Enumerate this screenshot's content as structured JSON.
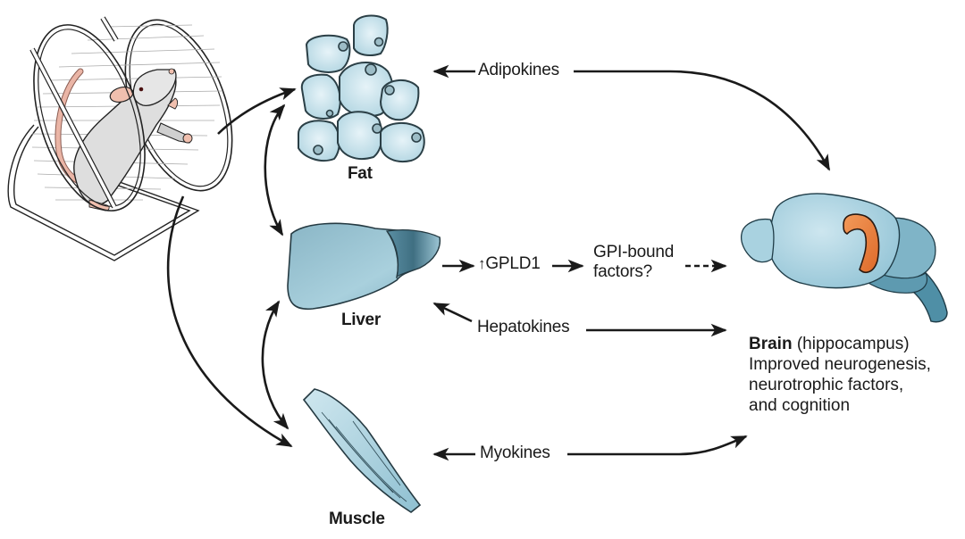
{
  "organs": {
    "fat": {
      "label": "Fat"
    },
    "liver": {
      "label": "Liver"
    },
    "muscle": {
      "label": "Muscle"
    },
    "brain": {
      "label": "Brain",
      "region": "(hippocampus)",
      "effects": [
        "Improved neurogenesis,",
        "neurotrophic factors,",
        "and cognition"
      ]
    }
  },
  "flows": {
    "adipokines": "Adipokines",
    "hepatokines": "Hepatokines",
    "myokines": "Myokines",
    "gpld1": "GPLD1",
    "gpld1_prefix_icon": "up-arrow-icon",
    "gpi_line1": "GPI-bound",
    "gpi_line2": "factors?"
  },
  "colors": {
    "organ_fill": "#b9dbe6",
    "organ_dark": "#5f98ad",
    "hippocampus": "#e8783a",
    "arrow": "#1a1a1a"
  }
}
